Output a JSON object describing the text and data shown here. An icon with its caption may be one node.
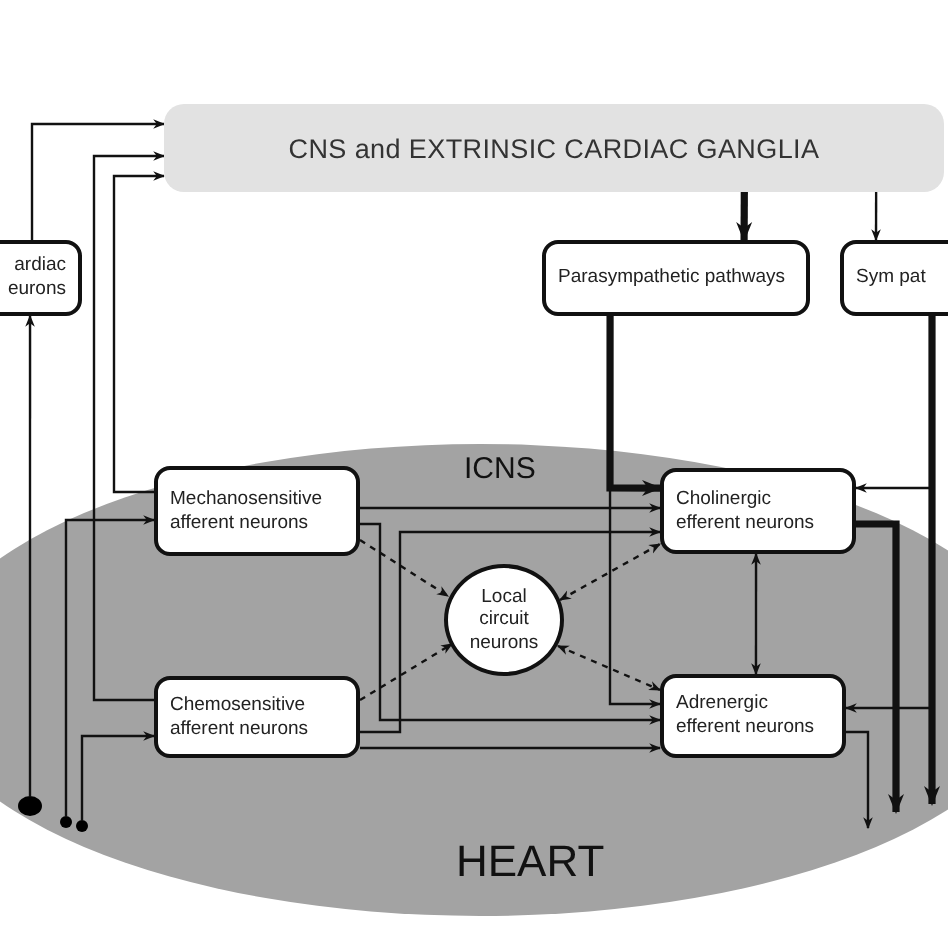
{
  "diagram": {
    "nodes": [
      {
        "text": [
          "CNS and EXTRINSIC CARDIAC GANGLIA"
        ]
      },
      {
        "text": [
          "ardiac eurons"
        ]
      },
      {
        "text": [
          "Parasympathetic pathways"
        ]
      },
      {
        "text": [
          "Sym pat"
        ]
      },
      {
        "text": [
          "HEART"
        ]
      },
      {
        "text": [
          "Mechanosensitive afferent neurons"
        ],
        "in": 4
      },
      {
        "text": [
          "Chemosensitive afferent neurons"
        ],
        "in": 4
      },
      {
        "text": [
          "Local circuit neurons"
        ],
        "in": 4
      },
      {
        "text": [
          "Cholinergic efferent neurons"
        ],
        "in": 4
      },
      {
        "text": [
          "Adrenergic efferent neurons"
        ],
        "in": 4
      },
      {
        "text": [],
        "shape": "circle",
        "in": 4
      },
      {
        "text": [],
        "shape": "circle",
        "in": 4
      },
      {
        "text": [],
        "shape": "circle",
        "in": 4
      }
    ],
    "edges": [
      {
        "from": 1,
        "to": 0,
        "arrow": "to"
      },
      {
        "from": 5,
        "to": 0,
        "arrow": "to"
      },
      {
        "from": 6,
        "to": 0,
        "arrow": "to"
      },
      {
        "from": 10,
        "to": 1,
        "arrow": "to"
      },
      {
        "from": 0,
        "to": 2,
        "arrow": "to",
        "style": "thick"
      },
      {
        "from": 0,
        "to": 3,
        "arrow": "to"
      },
      {
        "from": 2,
        "to": 8,
        "arrow": "to",
        "style": "thick"
      },
      {
        "from": 2,
        "to": 9,
        "arrow": "to"
      },
      {
        "from": 3,
        "to": 8,
        "arrow": "to"
      },
      {
        "from": 3,
        "to": 9,
        "arrow": "to"
      },
      {
        "from": 3,
        "to": null,
        "arrow": "to",
        "style": "thick"
      },
      {
        "from": 8,
        "to": null,
        "arrow": "to",
        "style": "thick"
      },
      {
        "from": 9,
        "to": null,
        "arrow": "to"
      },
      {
        "from": 5,
        "to": 8,
        "arrow": "to"
      },
      {
        "from": 5,
        "to": 9,
        "arrow": "to"
      },
      {
        "from": 6,
        "to": 8,
        "arrow": "to"
      },
      {
        "from": 6,
        "to": 9,
        "arrow": "to"
      },
      {
        "from": 5,
        "to": 7,
        "arrow": "to",
        "style": "dashed"
      },
      {
        "from": 6,
        "to": 7,
        "arrow": "to",
        "style": "dashed"
      },
      {
        "from": 7,
        "to": 8,
        "arrow": "both",
        "style": "dashed"
      },
      {
        "from": 7,
        "to": 9,
        "arrow": "both",
        "style": "dashed"
      },
      {
        "from": 8,
        "to": 9,
        "arrow": "both"
      },
      {
        "from": 11,
        "to": 5,
        "arrow": "to"
      },
      {
        "from": 12,
        "to": 6,
        "arrow": "to"
      }
    ],
    "labels": [
      "ICNS"
    ]
  }
}
